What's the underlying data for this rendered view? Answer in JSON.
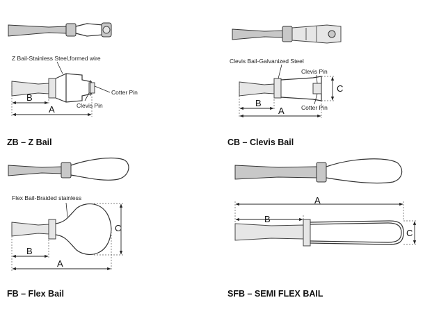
{
  "panels": {
    "zb": {
      "caption": "ZB – Z Bail",
      "labels": {
        "bail": "Z Bail-Stainless Steel,formed wire",
        "cotter": "Cotter Pin",
        "clevis_pin": "Clevis Pin"
      },
      "dims": {
        "a": "A",
        "b": "B"
      }
    },
    "cb": {
      "caption": "CB – Clevis Bail",
      "labels": {
        "bail": "Clevis Bail-Galvanized Steel",
        "clevis_pin": "Clevis Pin",
        "cotter": "Cotter Pin"
      },
      "dims": {
        "a": "A",
        "b": "B",
        "c": "C"
      }
    },
    "fb": {
      "caption": "FB – Flex Bail",
      "labels": {
        "bail": "Flex  Bail-Braided  stainless"
      },
      "dims": {
        "a": "A",
        "b": "B",
        "c": "C"
      }
    },
    "sfb": {
      "caption": "SFB – SEMI FLEX BAIL",
      "dims": {
        "a": "A",
        "b": "B",
        "c": "C"
      }
    }
  }
}
